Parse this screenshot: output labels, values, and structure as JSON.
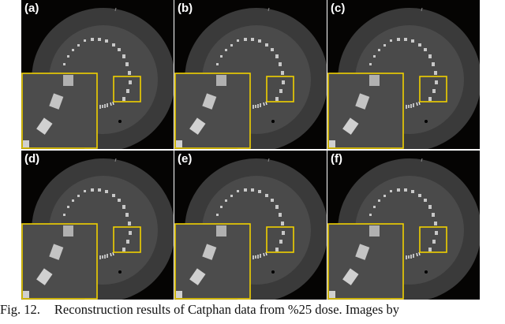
{
  "figure": {
    "panels": [
      {
        "label": "(a)"
      },
      {
        "label": "(b)"
      },
      {
        "label": "(c)"
      },
      {
        "label": "(d)"
      },
      {
        "label": "(e)"
      },
      {
        "label": "(f)"
      }
    ],
    "highlight_color": "#f0d000",
    "caption": {
      "number": "Fig. 12.",
      "text": "Reconstruction results of Catphan data from %25 dose. Images by"
    }
  }
}
